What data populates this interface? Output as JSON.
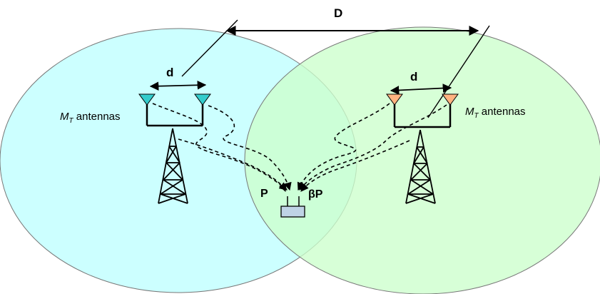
{
  "labels": {
    "D": "D",
    "d_left": "d",
    "d_right": "d",
    "mt_left": "M",
    "mt_left_sub": "T",
    "mt_left_suffix": " antennas",
    "mt_right": "M",
    "mt_right_sub": "T",
    "mt_right_suffix": " antennas",
    "power_left": "P",
    "power_right": "βP"
  },
  "colors": {
    "cell_left": "#ccffff",
    "cell_right": "#ccffcc",
    "antenna_left": "#33cccc",
    "antenna_right": "#ffb380",
    "receiver": "#bfd3e6"
  }
}
